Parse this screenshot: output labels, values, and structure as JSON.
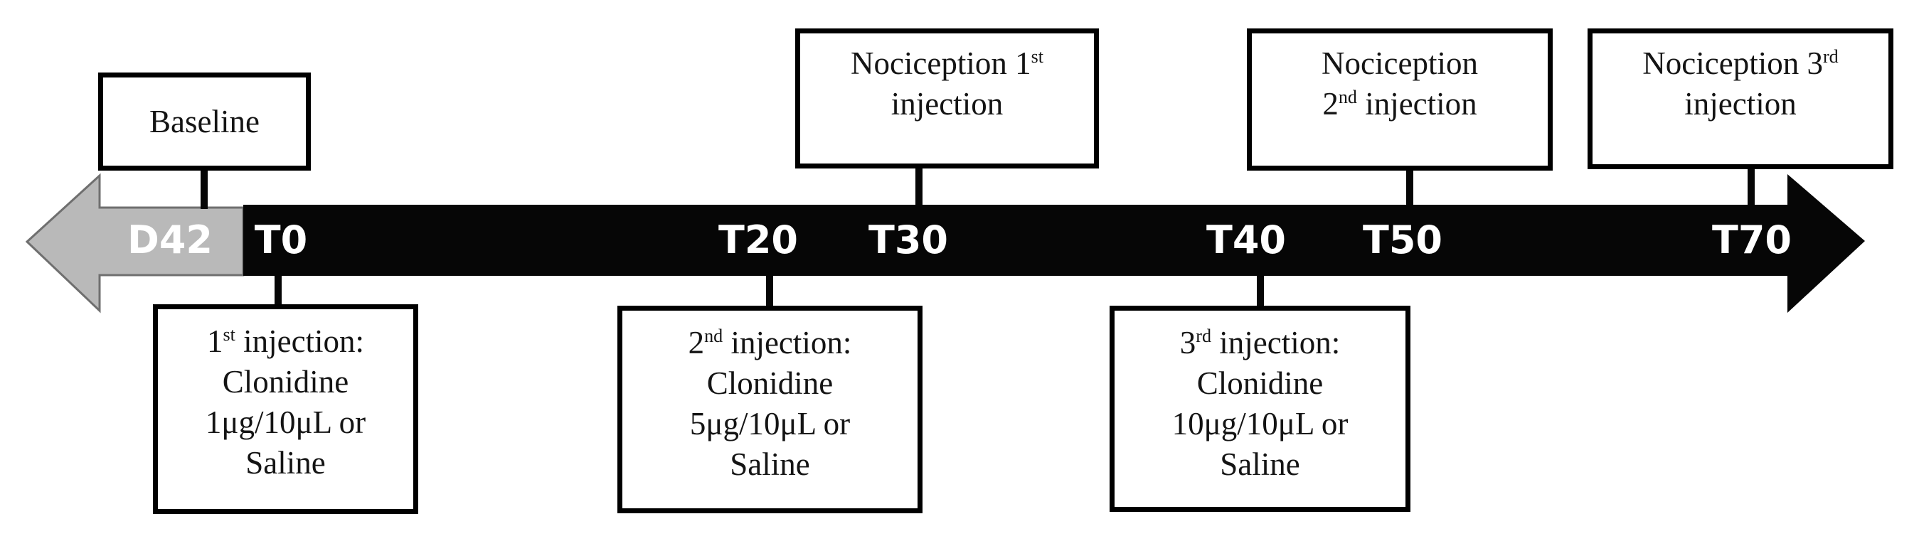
{
  "timeline": {
    "tick_labels": [
      "D42",
      "T0",
      "T20",
      "T30",
      "T40",
      "T50",
      "T70"
    ]
  },
  "event_boxes_above": {
    "baseline": {
      "label": "Baseline"
    },
    "nociception_1": {
      "line1_main": "Nociception 1",
      "line1_sup": "st",
      "line2": "injection"
    },
    "nociception_2": {
      "line1": "Nociception",
      "line2_num": "2",
      "line2_sup": "nd",
      "line2_rest": " injection"
    },
    "nociception_3": {
      "line1_main": "Nociception 3",
      "line1_sup": "rd",
      "line2": "injection"
    }
  },
  "event_boxes_below": {
    "injection_1": {
      "num": "1",
      "sup": "st",
      "line1_rest": " injection:",
      "line2": "Clonidine",
      "line3": "1μg/10μL or",
      "line4": "Saline"
    },
    "injection_2": {
      "num": "2",
      "sup": "nd",
      "line1_rest": " injection:",
      "line2": "Clonidine",
      "line3": "5μg/10μL or",
      "line4": "Saline"
    },
    "injection_3": {
      "num": "3",
      "sup": "rd",
      "line1_rest": " injection:",
      "line2": "Clonidine",
      "line3": "10μg/10μL or",
      "line4": "Saline"
    }
  },
  "colors": {
    "bar_black": "#060606",
    "past_arrow_fill": "#b9b9b9",
    "past_arrow_outline": "#6f6f6f",
    "tick_label_color": "#ffffff",
    "box_border": "#000000",
    "box_background": "#ffffff",
    "box_text": "#141414"
  }
}
